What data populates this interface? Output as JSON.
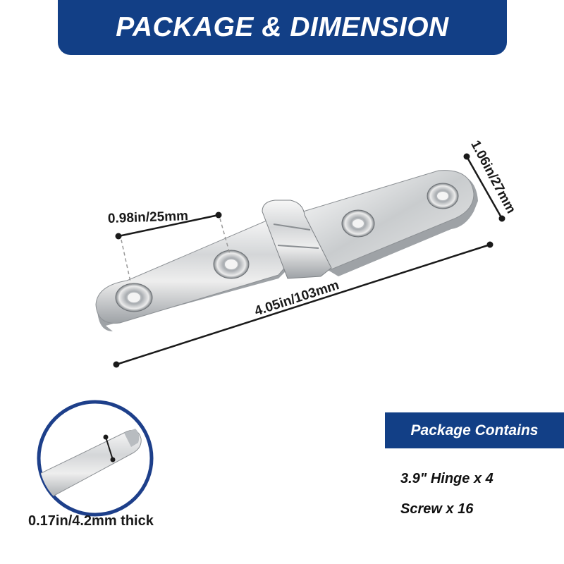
{
  "header": {
    "title": "PACKAGE & DIMENSION"
  },
  "dimensions": {
    "hole_spacing": "0.98in/25mm",
    "width": "1.06in/27mm",
    "length": "4.05in/103mm",
    "thickness": "0.17in/4.2mm thick"
  },
  "package": {
    "title": "Package Contains",
    "items": [
      "3.9\" Hinge x 4",
      "Screw x 16"
    ]
  },
  "colors": {
    "accent": "#123f86",
    "circle_border": "#1d3f8a",
    "text": "#1a1a1a"
  },
  "icons": {
    "product": "stainless-hinge-icon",
    "detail": "hinge-thickness-detail-icon"
  }
}
